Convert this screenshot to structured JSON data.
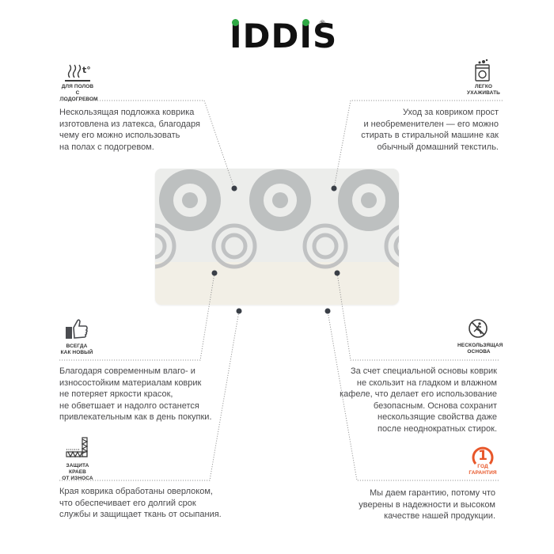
{
  "brand": {
    "logo_text": "IDDIS",
    "registered_mark": "®",
    "accent_color": "#2fa844"
  },
  "features": [
    {
      "id": "heated-floors",
      "icon": "heated-floor-icon",
      "caption_line1": "ДЛЯ ПОЛОВ",
      "caption_line2": "С ПОДОГРЕВОМ",
      "description": "Нескользящая подложка коврика\nизготовлена из латекса, благодаря\nчему его можно использовать\nна полах с подогревом."
    },
    {
      "id": "easy-care",
      "icon": "washing-machine-icon",
      "caption_line1": "ЛЕГКО",
      "caption_line2": "УХАЖИВАТЬ",
      "description": "Уход за ковриком прост\nи необременителен — его можно\nстирать в стиральной машине как\nобычный домашний текстиль."
    },
    {
      "id": "always-new",
      "icon": "thumbs-up-icon",
      "caption_line1": "ВСЕГДА",
      "caption_line2": "КАК НОВЫЙ",
      "description": "Благодаря современным влаго- и\nизносостойким материалам коврик\nне потеряет яркости красок,\nне обветшает и надолго останется\nпривлекательным как в день покупки."
    },
    {
      "id": "non-slip",
      "icon": "no-slip-icon",
      "caption_line1": "НЕСКОЛЬЗЯЩАЯ",
      "caption_line2": "ОСНОВА",
      "description": "За счет специальной основы коврик\nне скользит на гладком и влажном\nкафеле,  что делает его использование\nбезопасным. Основа сохранит\nнескользящие свойства даже\nпосле  неоднократных стирок."
    },
    {
      "id": "edge-protection",
      "icon": "overlock-edge-icon",
      "caption_line1": "ЗАЩИТА КРАЕВ",
      "caption_line2": "ОТ ИЗНОСА",
      "description": "Края коврика обработаны оверлоком,\nчто обеспечивает его долгий срок\nслужбы и защищает ткань от осыпания."
    },
    {
      "id": "warranty",
      "icon": "warranty-badge-icon",
      "badge_number": "1",
      "caption_line1": "ГОД",
      "caption_line2": "ГАРАНТИЯ",
      "badge_color": "#e8572a",
      "description": "Мы даем гарантию, потому что\nуверены в надежности и высоком\nкачестве нашей продукции."
    }
  ],
  "product": {
    "name": "bath-mat",
    "pattern": "grey circles on white pile",
    "colors": {
      "base": "#efeeea",
      "circles": "#b9bbbd",
      "band": "#f3f0e7"
    }
  }
}
